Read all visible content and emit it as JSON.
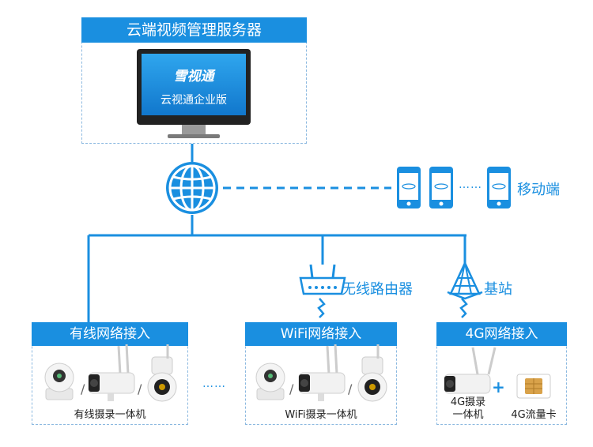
{
  "server": {
    "title": "云端视频管理服务器",
    "logo_text": "雪视通",
    "screen_caption": "云视通企业版"
  },
  "mobile": {
    "label": "移动端",
    "ellipsis": "……"
  },
  "router": {
    "label": "无线路由器"
  },
  "base_station": {
    "label": "基站"
  },
  "wired": {
    "title": "有线网络接入",
    "caption": "有线摄录一体机"
  },
  "wifi": {
    "title": "WiFi网络接入",
    "caption": "WiFi摄录一体机"
  },
  "g4": {
    "title": "4G网络接入",
    "cam_label_line1": "4G摄录",
    "cam_label_line2": "一体机",
    "sim_label": "4G流量卡",
    "plus": "+"
  },
  "between_ellipsis": "……",
  "colors": {
    "accent": "#1a8fe0",
    "line": "#1a8fe0",
    "dash_border": "#8cb9e0"
  }
}
